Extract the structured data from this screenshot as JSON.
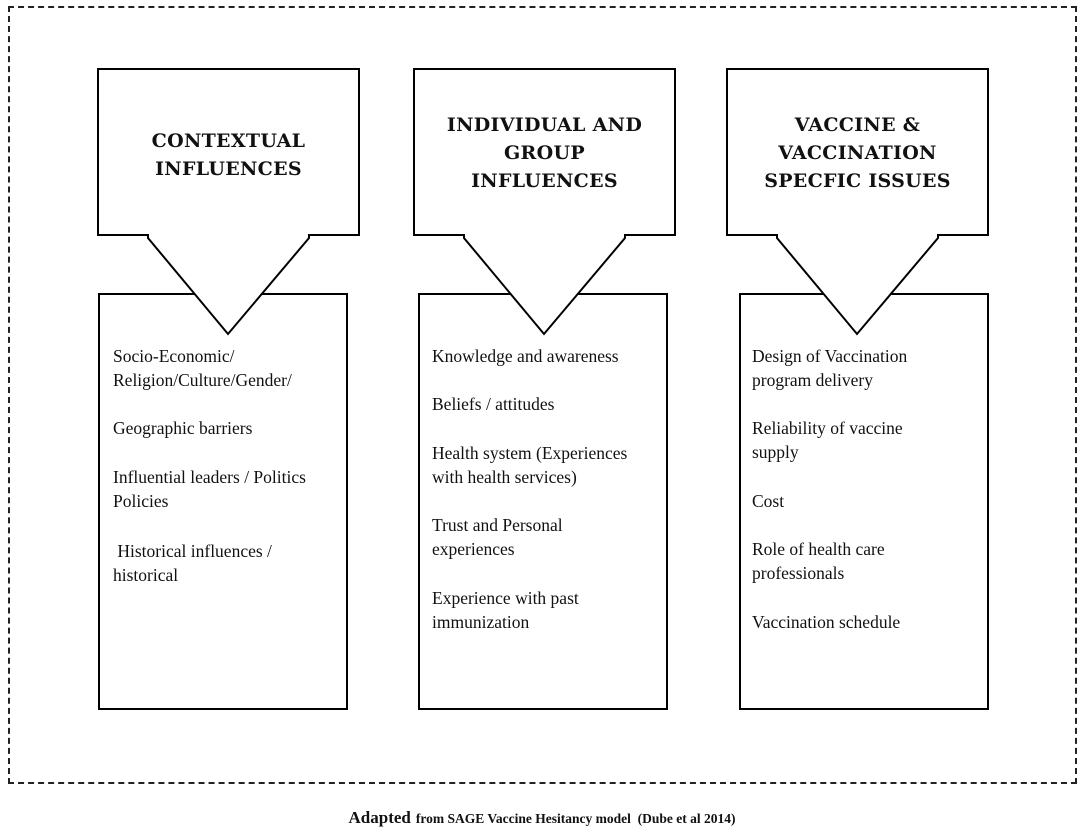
{
  "columns": [
    {
      "heading": [
        "CONTEXTUAL",
        "INFLUENCES"
      ],
      "items": [
        [
          "Socio-Economic/",
          "Religion/Culture/Gender/"
        ],
        [
          "Geographic barriers"
        ],
        [
          "Influential leaders / Politics",
          "Policies"
        ],
        [
          " Historical influences /",
          "historical"
        ]
      ]
    },
    {
      "heading": [
        "INDIVIDUAL AND",
        "GROUP",
        "INFLUENCES"
      ],
      "items": [
        [
          "Knowledge and awareness"
        ],
        [
          "Beliefs / attitudes"
        ],
        [
          "Health system (Experiences",
          "with health services)"
        ],
        [
          "Trust and Personal",
          "experiences"
        ],
        [
          "Experience with past",
          "immunization"
        ]
      ]
    },
    {
      "heading": [
        "VACCINE &",
        "VACCINATION",
        "SPECFIC ISSUES"
      ],
      "items": [
        [
          "Design of Vaccination",
          "program delivery"
        ],
        [
          "Reliability of vaccine",
          "supply"
        ],
        [
          "Cost"
        ],
        [
          "Role of health care",
          "professionals"
        ],
        [
          "Vaccination schedule"
        ]
      ]
    }
  ],
  "caption": {
    "lead": "Adapted",
    "rest": "from SAGE Vaccine Hesitancy model  (Dube et al 2014)"
  }
}
